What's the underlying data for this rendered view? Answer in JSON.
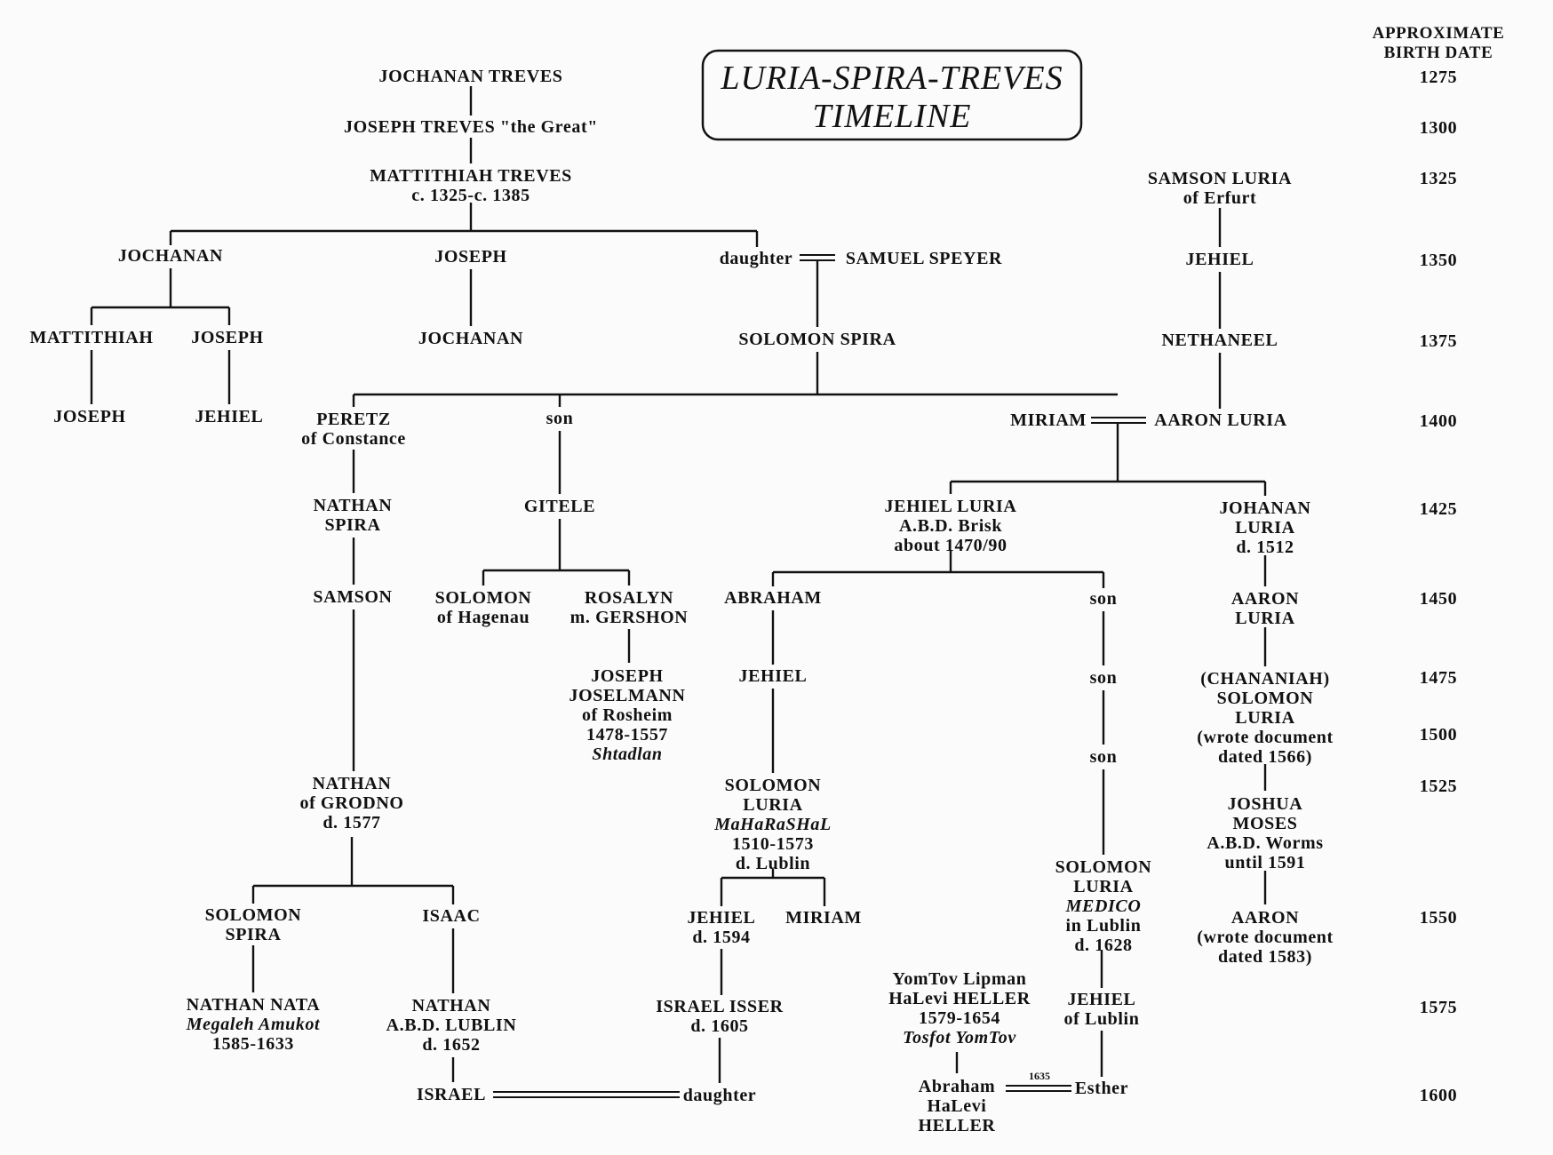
{
  "title": {
    "line1": "LURIA-SPIRA-TREVES",
    "line2": "TIMELINE"
  },
  "date_column": {
    "header1": "APPROXIMATE",
    "header2": "BIRTH DATE",
    "years": [
      "1275",
      "1300",
      "1325",
      "1350",
      "1375",
      "1400",
      "1425",
      "1450",
      "1475",
      "1500",
      "1525",
      "1550",
      "1575",
      "1600"
    ]
  },
  "people": {
    "jochanan_treves": [
      "JOCHANAN TREVES"
    ],
    "joseph_treves": [
      "JOSEPH TREVES \"the Great\""
    ],
    "mattithiah_treves": [
      "MATTITHIAH TREVES",
      "c. 1325-c. 1385"
    ],
    "jochanan_2": [
      "JOCHANAN"
    ],
    "joseph_2": [
      "JOSEPH"
    ],
    "daughter_1": [
      "daughter"
    ],
    "samuel_speyer": [
      "SAMUEL SPEYER"
    ],
    "mattithiah_2": [
      "MATTITHIAH"
    ],
    "joseph_3": [
      "JOSEPH"
    ],
    "jochanan_3": [
      "JOCHANAN"
    ],
    "solomon_spira_1": [
      "SOLOMON SPIRA"
    ],
    "joseph_4": [
      "JOSEPH"
    ],
    "jehiel_1": [
      "JEHIEL"
    ],
    "peretz": [
      "PERETZ",
      "of Constance"
    ],
    "son_1": [
      "son"
    ],
    "miriam_1": [
      "MIRIAM"
    ],
    "aaron_luria_1": [
      "AARON LURIA"
    ],
    "samson_luria": [
      "SAMSON LURIA",
      "of Erfurt"
    ],
    "jehiel_erfurt": [
      "JEHIEL"
    ],
    "nethaneel": [
      "NETHANEEL"
    ],
    "nathan_spira": [
      "NATHAN",
      "SPIRA"
    ],
    "gitele": [
      "GITELE"
    ],
    "jehiel_luria": [
      "JEHIEL LURIA",
      "A.B.D.  Brisk",
      "about 1470/90"
    ],
    "johanan_luria": [
      "JOHANAN",
      "LURIA",
      "d.  1512"
    ],
    "samson": [
      "SAMSON"
    ],
    "solomon_hagenau": [
      "SOLOMON",
      "of Hagenau"
    ],
    "rosalyn": [
      "ROSALYN",
      "m.  GERSHON"
    ],
    "abraham": [
      "ABRAHAM"
    ],
    "son_2": [
      "son"
    ],
    "aaron_luria_2": [
      "AARON",
      "LURIA"
    ],
    "joselmann": [
      "JOSEPH",
      "JOSELMANN",
      "of Rosheim",
      "1478-1557",
      "Shtadlan"
    ],
    "jehiel_2": [
      "JEHIEL"
    ],
    "son_3": [
      "son"
    ],
    "solomon_luria_2": [
      "(CHANANIAH)",
      "SOLOMON",
      "LURIA",
      "(wrote document",
      "dated 1566)"
    ],
    "son_4": [
      "son"
    ],
    "nathan_grodno": [
      "NATHAN",
      "of GRODNO",
      "d.  1577"
    ],
    "maharashal": [
      "SOLOMON",
      "LURIA",
      "MaHaRaSHaL",
      "1510-1573",
      "d.  Lublin"
    ],
    "joshua_moses": [
      "JOSHUA",
      "MOSES",
      "A.B.D.  Worms",
      "until 1591"
    ],
    "solomon_medico": [
      "SOLOMON",
      "LURIA",
      "MEDICO",
      "in Lublin",
      "d.  1628"
    ],
    "solomon_spira_2": [
      "SOLOMON",
      "SPIRA"
    ],
    "isaac": [
      "ISAAC"
    ],
    "jehiel_1594": [
      "JEHIEL",
      "d.  1594"
    ],
    "miriam_2": [
      "MIRIAM"
    ],
    "aaron_3": [
      "AARON",
      "(wrote document",
      "dated 1583)"
    ],
    "yomtov": [
      "YomTov  Lipman",
      "HaLevi  HELLER",
      "1579-1654",
      "Tosfot  YomTov"
    ],
    "nathan_nata": [
      "NATHAN  NATA",
      "Megaleh  Amukot",
      "1585-1633"
    ],
    "nathan_lublin": [
      "NATHAN",
      "A.B.D.  LUBLIN",
      "d.  1652"
    ],
    "israel_isser": [
      "ISRAEL  ISSER",
      "d.  1605"
    ],
    "jehiel_lublin": [
      "JEHIEL",
      "of Lublin"
    ],
    "israel": [
      "ISRAEL"
    ],
    "daughter_2": [
      "daughter"
    ],
    "abraham_heller": [
      "Abraham",
      "HaLevi",
      "HELLER"
    ],
    "esther": [
      "Esther"
    ]
  },
  "marriage_year": "1635"
}
